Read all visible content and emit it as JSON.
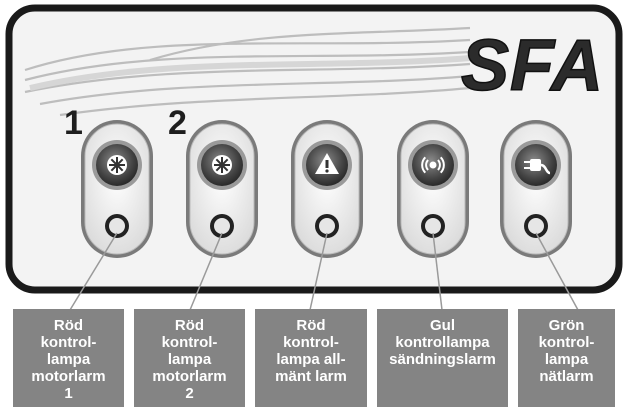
{
  "brand": "SFA",
  "module_numbers": [
    "1",
    "2"
  ],
  "indicators": [
    {
      "icon": "motor-1-icon"
    },
    {
      "icon": "motor-2-icon"
    },
    {
      "icon": "warning-icon"
    },
    {
      "icon": "transmission-alarm-icon"
    },
    {
      "icon": "power-plug-icon"
    }
  ],
  "callouts": [
    "Röd\nkontrol-\nlampa\nmotorlarm\n1",
    "Röd\nkontrol-\nlampa\nmotorlarm\n2",
    "Röd\nkontrol-\nlampa all-\nmänt larm",
    "Gul\nkontrollampa\nsändningslarm",
    "Grön\nkontrol-\nlampa\nnätlarm"
  ],
  "colors": {
    "panel_border": "#1a1a1a",
    "panel_fill": "#f2f2f2",
    "callout_bg": "#848484",
    "callout_text": "#ffffff"
  }
}
